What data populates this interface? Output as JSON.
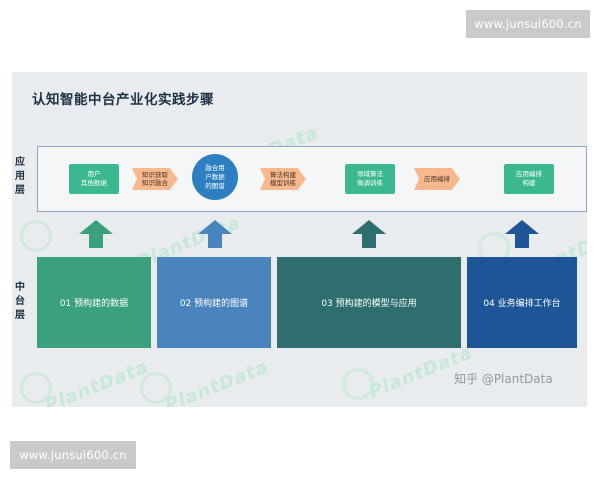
{
  "watermarks": {
    "top": "www.junsui600.cn",
    "bottom": "www.junsui600.cn"
  },
  "diagram": {
    "title": "认知智能中台产业化实践步骤",
    "layers": {
      "app": "应用层",
      "platform": "中台层"
    },
    "app_nodes": {
      "users": "用户\n其他数据",
      "knowledge": "知识获取\n知识融合",
      "fusion": "融合用\n户数据\n的图谱",
      "algorithm": "算法构建\n模型训练",
      "domain": "领域算法\n微调训练",
      "orchestration": "应用编排",
      "build": "应用编排\n构建"
    },
    "platform_steps": [
      "01  预构建的数据",
      "02  预构建的图谱",
      "03  预构建的模型与应用",
      "04  业务编排工作台"
    ],
    "brand_watermark": "PlantData",
    "credit": "知乎 @PlantData"
  },
  "colors": {
    "green": "#3bb88f",
    "blue": "#2d7fc1",
    "orange": "#f7b88d",
    "step1": "#3aa17c",
    "step2": "#4a84bd",
    "step3": "#2e6e6e",
    "step4": "#1d5596"
  }
}
